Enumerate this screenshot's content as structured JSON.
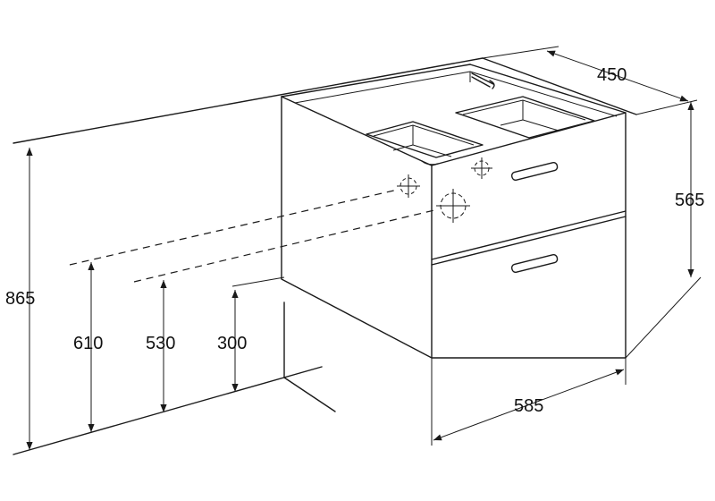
{
  "dimensions": {
    "depth": "450",
    "cabinet_height": "565",
    "total_height": "865",
    "pipe_high": "610",
    "pipe_mid": "530",
    "pipe_low": "300",
    "width": "585"
  }
}
